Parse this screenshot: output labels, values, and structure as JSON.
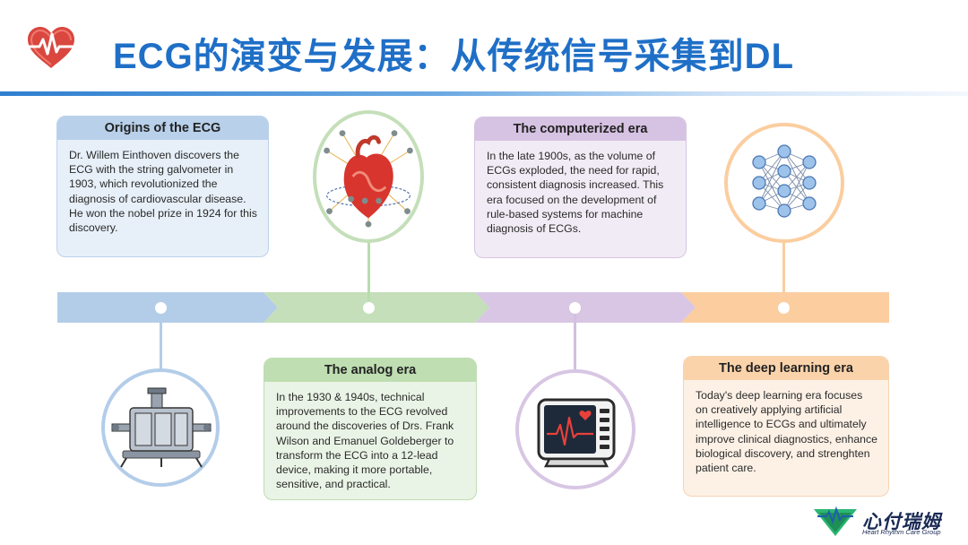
{
  "header": {
    "title": "ECG的演变与发展：从传统信号采集到DL",
    "icon": "heart-ecg-icon"
  },
  "colors": {
    "title": "#1f6fc7",
    "blue": "#b8d0ea",
    "green": "#bfdeb2",
    "purple": "#d6c2e2",
    "orange": "#fbd3ab"
  },
  "eras": [
    {
      "title": "Origins of the ECG",
      "body": "Dr. Willem Einthoven discovers the ECG with the string galvometer in 1903, which revolutionized the diagnosis of cardiovascular disease. He won the nobel prize in 1924 for this discovery.",
      "icon": "string-galvanometer-icon"
    },
    {
      "title": "The analog era",
      "body": "In the 1930 & 1940s, technical improvements to the ECG revolved around the discoveries of Drs. Frank Wilson and Emanuel Goldeberger to transform the ECG into a 12-lead device, making it more portable, sensitive, and practical.",
      "icon": "heart-leads-icon"
    },
    {
      "title": "The computerized era",
      "body": "In the late 1900s, as the volume of ECGs exploded, the need for rapid, consistent diagnosis increased. This era focused on the development of rule-based systems for machine diagnosis of ECGs.",
      "icon": "ecg-monitor-icon"
    },
    {
      "title": "The deep learning era",
      "body": "Today's deep learning era focuses on creatively applying artificial intelligence to ECGs and ultimately improve clinical diagnostics, enhance biological discovery, and strenghten patient care.",
      "icon": "neural-network-icon"
    }
  ],
  "logo": {
    "name_cn": "心付瑞姆",
    "name_en": "Heart Rhythm Care Group"
  }
}
